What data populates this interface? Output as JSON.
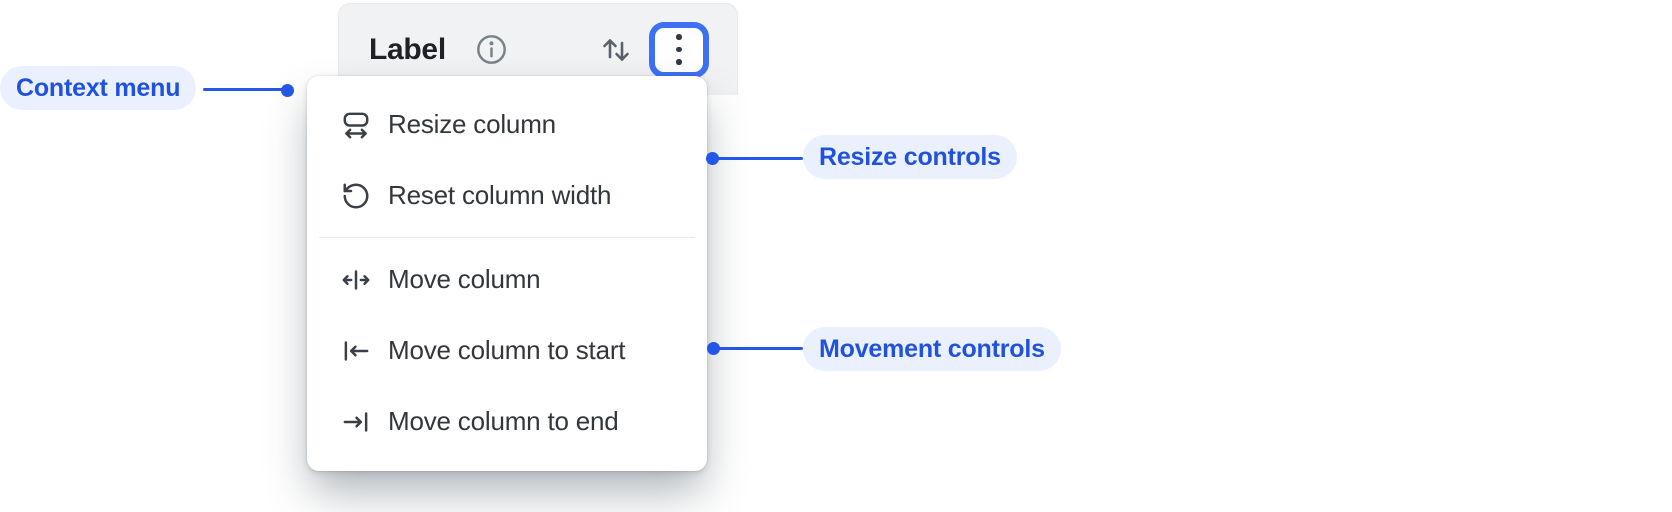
{
  "column_header": {
    "title": "Label",
    "icons": {
      "info": "info-icon",
      "sort": "sort-arrows-icon",
      "overflow": "vertical-dots-menu-icon"
    }
  },
  "context_menu": {
    "resize_section": {
      "items": [
        {
          "icon": "resize-column-icon",
          "label": "Resize column"
        },
        {
          "icon": "reset-column-width-icon",
          "label": "Reset column width"
        }
      ]
    },
    "movement_section": {
      "items": [
        {
          "icon": "move-column-icon",
          "label": "Move column"
        },
        {
          "icon": "move-column-to-start-icon",
          "label": "Move column to start"
        },
        {
          "icon": "move-column-to-end-icon",
          "label": "Move column to end"
        }
      ]
    }
  },
  "annotations": {
    "context_menu": {
      "label": "Context menu"
    },
    "resize_controls": {
      "label": "Resize controls"
    },
    "movement_controls": {
      "label": "Movement controls"
    }
  },
  "colors": {
    "accent_blue_text": "#2152DE",
    "callout_blue": "#2457E8",
    "focus_ring_blue": "#3D70F3",
    "annotation_pill_bg": "#EAF0FE",
    "header_bg": "#F1F2F4",
    "menu_bg": "#FFFFFF",
    "menu_text": "#32373D",
    "icon_color": "#3A4046",
    "divider": "#E5E7E9"
  }
}
